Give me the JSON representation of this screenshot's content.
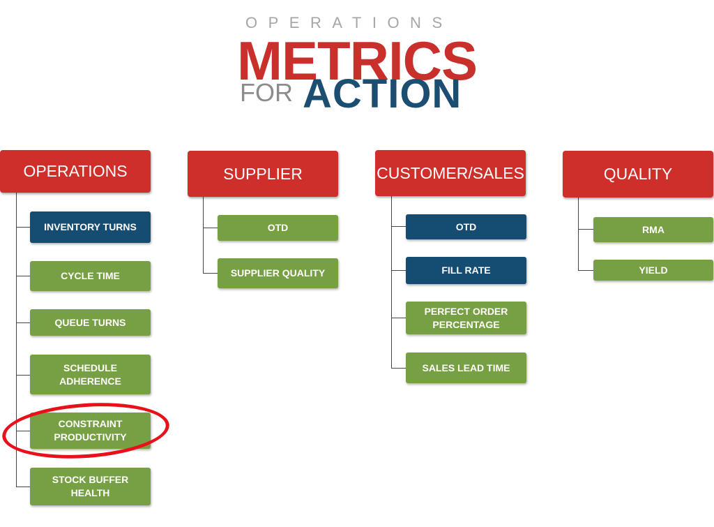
{
  "title": {
    "top": "OPERATIONS",
    "main": "METRICS",
    "for": "FOR",
    "action": "ACTION"
  },
  "columns": [
    {
      "header": "OPERATIONS",
      "items": [
        {
          "label": "INVENTORY TURNS",
          "color": "#154c72"
        },
        {
          "label": "CYCLE TIME",
          "color": "#77a044"
        },
        {
          "label": "QUEUE TURNS",
          "color": "#77a044"
        },
        {
          "label": "SCHEDULE\nADHERENCE",
          "color": "#77a044"
        },
        {
          "label": "CONSTRAINT\nPRODUCTIVITY",
          "color": "#77a044",
          "highlighted": true
        },
        {
          "label": "STOCK BUFFER\nHEALTH",
          "color": "#77a044"
        }
      ]
    },
    {
      "header": "SUPPLIER",
      "items": [
        {
          "label": "OTD",
          "color": "#77a044"
        },
        {
          "label": "SUPPLIER QUALITY",
          "color": "#77a044"
        }
      ]
    },
    {
      "header": "CUSTOMER/SALES",
      "items": [
        {
          "label": "OTD",
          "color": "#154c72"
        },
        {
          "label": "FILL RATE",
          "color": "#154c72"
        },
        {
          "label": "PERFECT ORDER\nPERCENTAGE",
          "color": "#77a044"
        },
        {
          "label": "SALES LEAD TIME",
          "color": "#77a044"
        }
      ]
    },
    {
      "header": "QUALITY",
      "items": [
        {
          "label": "RMA",
          "color": "#77a044"
        },
        {
          "label": "YIELD",
          "color": "#77a044"
        }
      ]
    }
  ],
  "colors": {
    "header": "#cf2f2a",
    "green_item": "#77a044",
    "blue_item": "#154c72",
    "highlight_ring": "#e8111b",
    "logo_red": "#c9302c",
    "logo_blue": "#1c4e72",
    "logo_grey": "#a6a6a6"
  }
}
